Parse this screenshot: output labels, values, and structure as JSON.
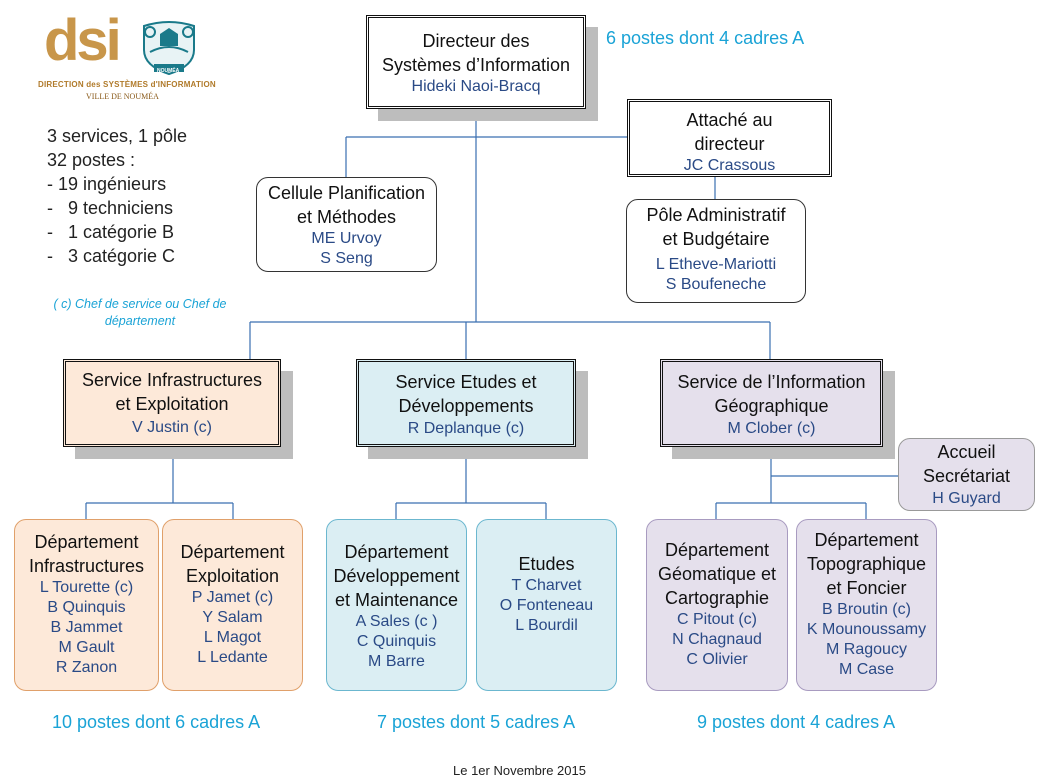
{
  "logo": {
    "mark": "dsi",
    "line1": "DIRECTION des SYSTÈMES d'INFORMATION",
    "line2": "VILLE DE NOUMÉA",
    "seal_text": "NOUMÉA",
    "colors": {
      "brand_gold": "#c8964a",
      "brand_teal": "#1a7a8a"
    }
  },
  "summary": {
    "lines": [
      "3 services, 1 pôle",
      "32 postes :",
      "- 19 ingénieurs",
      "-   9 techniciens",
      "-   1 catégorie B",
      "-   3 catégorie C"
    ]
  },
  "legend_note": {
    "line1": "( c) Chef de service ou Chef de",
    "line2": "département"
  },
  "director": {
    "title1": "Directeur des",
    "title2": "Systèmes d’Information",
    "name": "Hideki Naoi-Bracq",
    "staff": "6 postes dont 4 cadres A"
  },
  "attache": {
    "title1": "Attaché au",
    "title2": "directeur",
    "name": "JC Crassous"
  },
  "cellule": {
    "title1": "Cellule Planification",
    "title2": "et Méthodes",
    "names": [
      "ME Urvoy",
      "S Seng"
    ]
  },
  "pole": {
    "title1": "Pôle Administratif",
    "title2": "et Budgétaire",
    "names": [
      "L Etheve-Mariotti",
      "S Boufeneche"
    ]
  },
  "services": [
    {
      "title1": "Service Infrastructures",
      "title2": "et Exploitation",
      "head": "V Justin (c)",
      "staff": "10 postes dont 6 cadres A",
      "color": "#fde9d9"
    },
    {
      "title1": "Service Etudes et",
      "title2": "Développements",
      "head": "R Deplanque (c)",
      "staff": "7 postes dont 5 cadres A",
      "color": "#dbeef3"
    },
    {
      "title1": "Service de l’Information",
      "title2": "Géographique",
      "head": "M Clober (c)",
      "staff": "9 postes dont 4 cadres A",
      "color": "#e5e0ec"
    }
  ],
  "accueil": {
    "title1": "Accueil",
    "title2": "Secrétariat",
    "name": "H Guyard"
  },
  "departments": [
    {
      "titles": [
        "Département",
        "Infrastructures"
      ],
      "names": [
        "L Tourette (c)",
        "B Quinquis",
        "B Jammet",
        "M Gault",
        "R Zanon"
      ]
    },
    {
      "titles": [
        "Département",
        "Exploitation"
      ],
      "names": [
        "P Jamet (c)",
        "Y Salam",
        "L Magot",
        "L Ledante"
      ]
    },
    {
      "titles": [
        "Département",
        "Développement",
        "et Maintenance"
      ],
      "names": [
        "A Sales (c )",
        "C Quinquis",
        "M Barre"
      ]
    },
    {
      "titles": [
        "Etudes"
      ],
      "names": [
        "T Charvet",
        "O Fonteneau",
        "L Bourdil"
      ]
    },
    {
      "titles": [
        "Département",
        "Géomatique et",
        "Cartographie"
      ],
      "names": [
        "C Pitout (c)",
        "N Chagnaud",
        "C Olivier"
      ]
    },
    {
      "titles": [
        "Département",
        "Topographique",
        "et Foncier"
      ],
      "names": [
        "B Broutin (c)",
        "K Mounoussamy",
        "M Ragoucy",
        "M Case"
      ]
    }
  ],
  "footer": {
    "date": "Le 1er Novembre 2015"
  }
}
